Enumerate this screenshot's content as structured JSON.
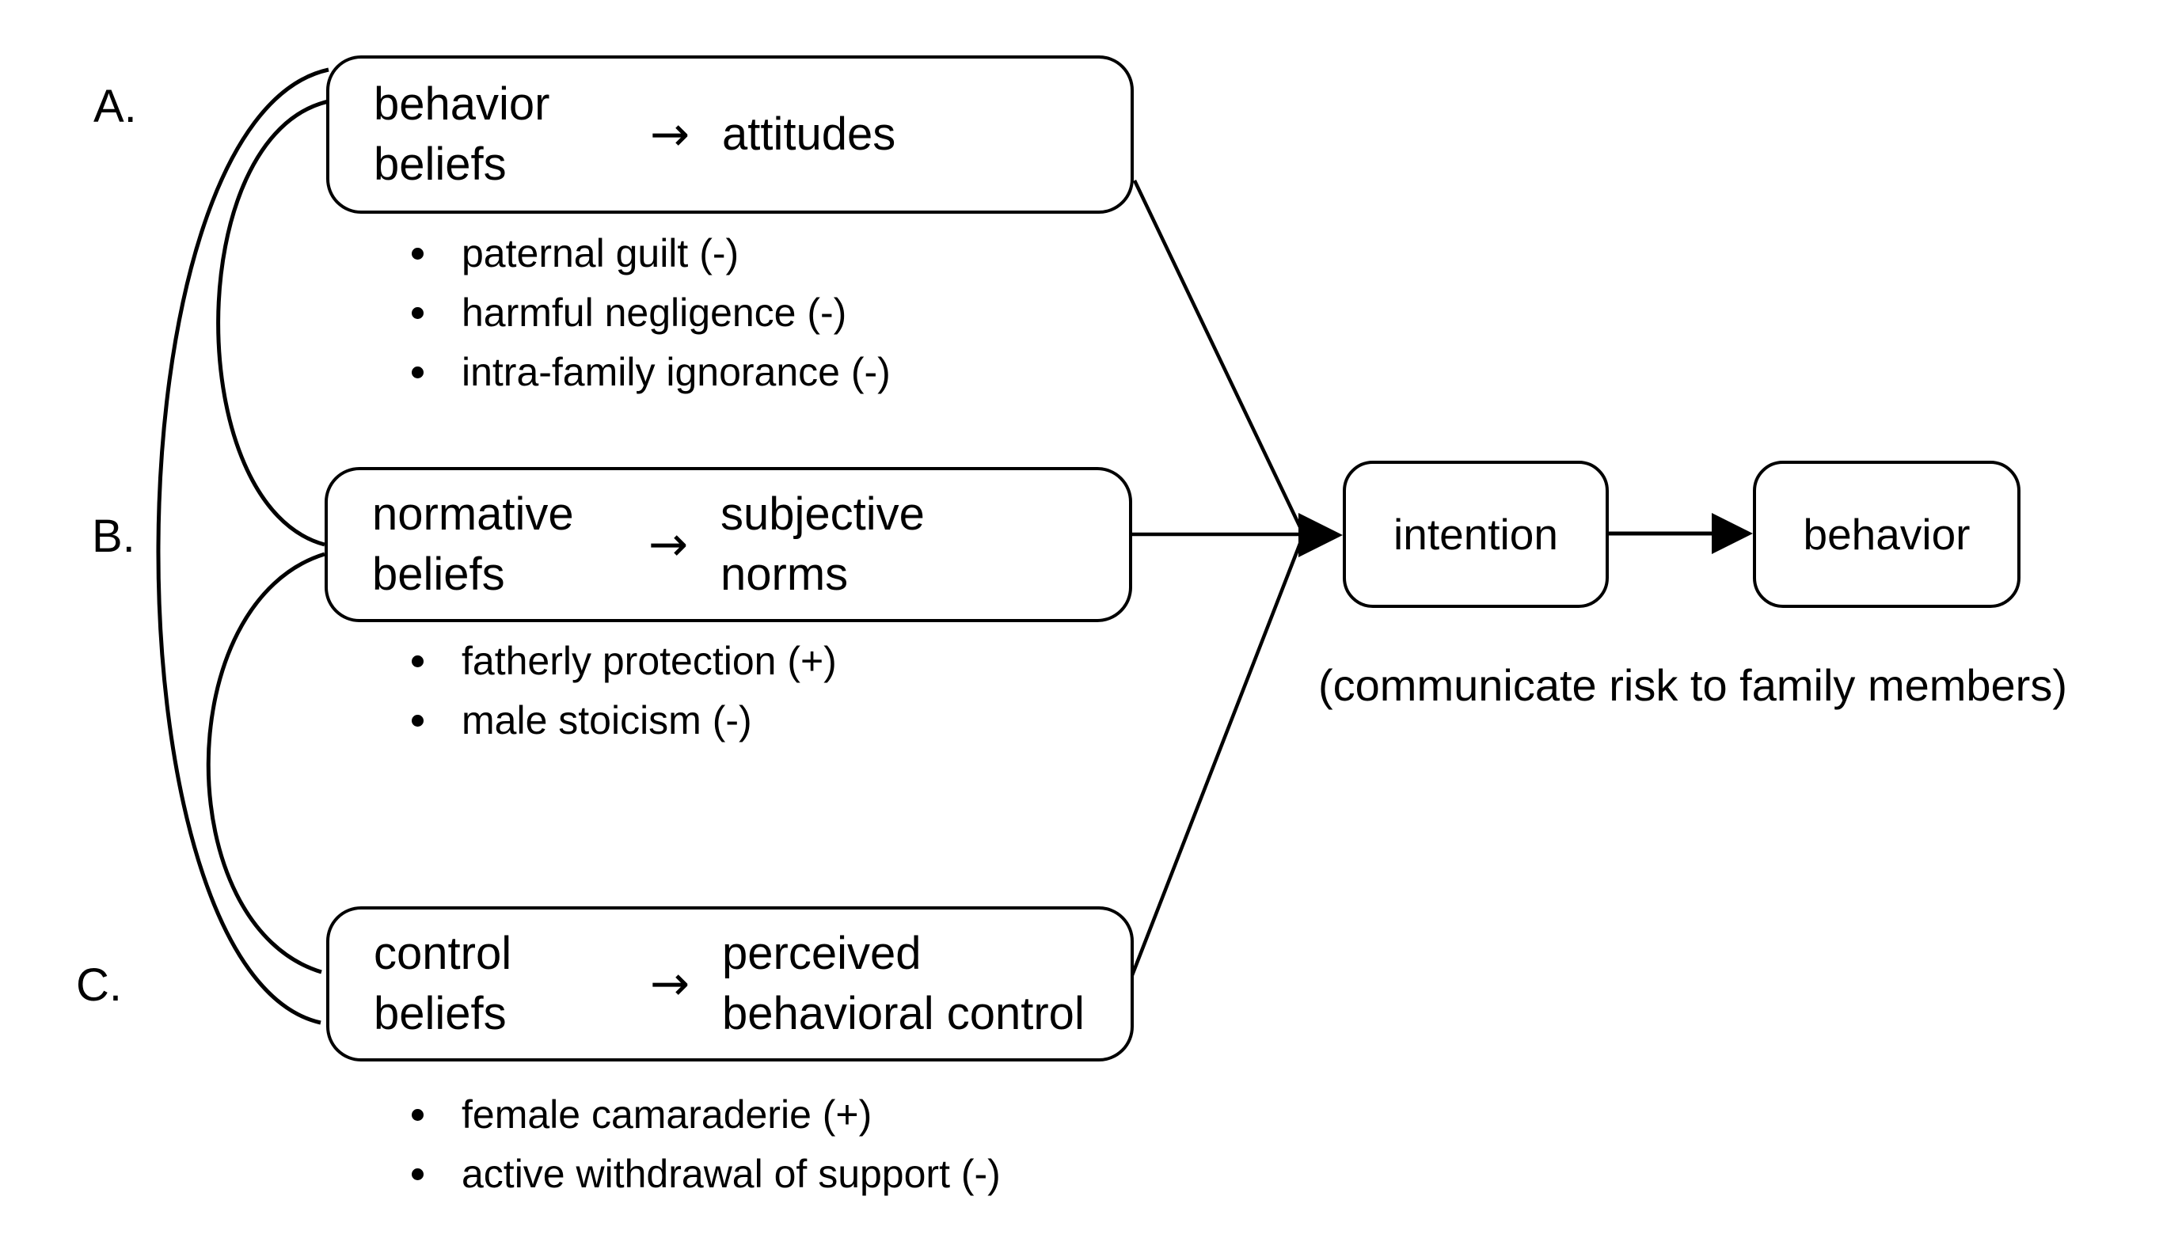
{
  "colors": {
    "ink": "#000000",
    "background": "#ffffff"
  },
  "section_labels": {
    "a": "A.",
    "b": "B.",
    "c": "C."
  },
  "arrow_glyph": "→",
  "boxes": {
    "a": {
      "left": [
        "behavior",
        "beliefs"
      ],
      "right": [
        "attitudes"
      ]
    },
    "b": {
      "left": [
        "normative",
        "beliefs"
      ],
      "right": [
        "subjective",
        "norms"
      ]
    },
    "c": {
      "left": [
        "control",
        "beliefs"
      ],
      "right": [
        "perceived",
        "behavioral control"
      ]
    }
  },
  "bullets": {
    "a": [
      "paternal guilt (-)",
      "harmful negligence (-)",
      "intra-family ignorance (-)"
    ],
    "b": [
      "fatherly protection (+)",
      "male stoicism (-)"
    ],
    "c": [
      "female camaraderie (+)",
      "active withdrawal of support (-)"
    ]
  },
  "outcome": {
    "intention": "intention",
    "behavior": "behavior"
  },
  "caption": "(communicate risk to family members)"
}
